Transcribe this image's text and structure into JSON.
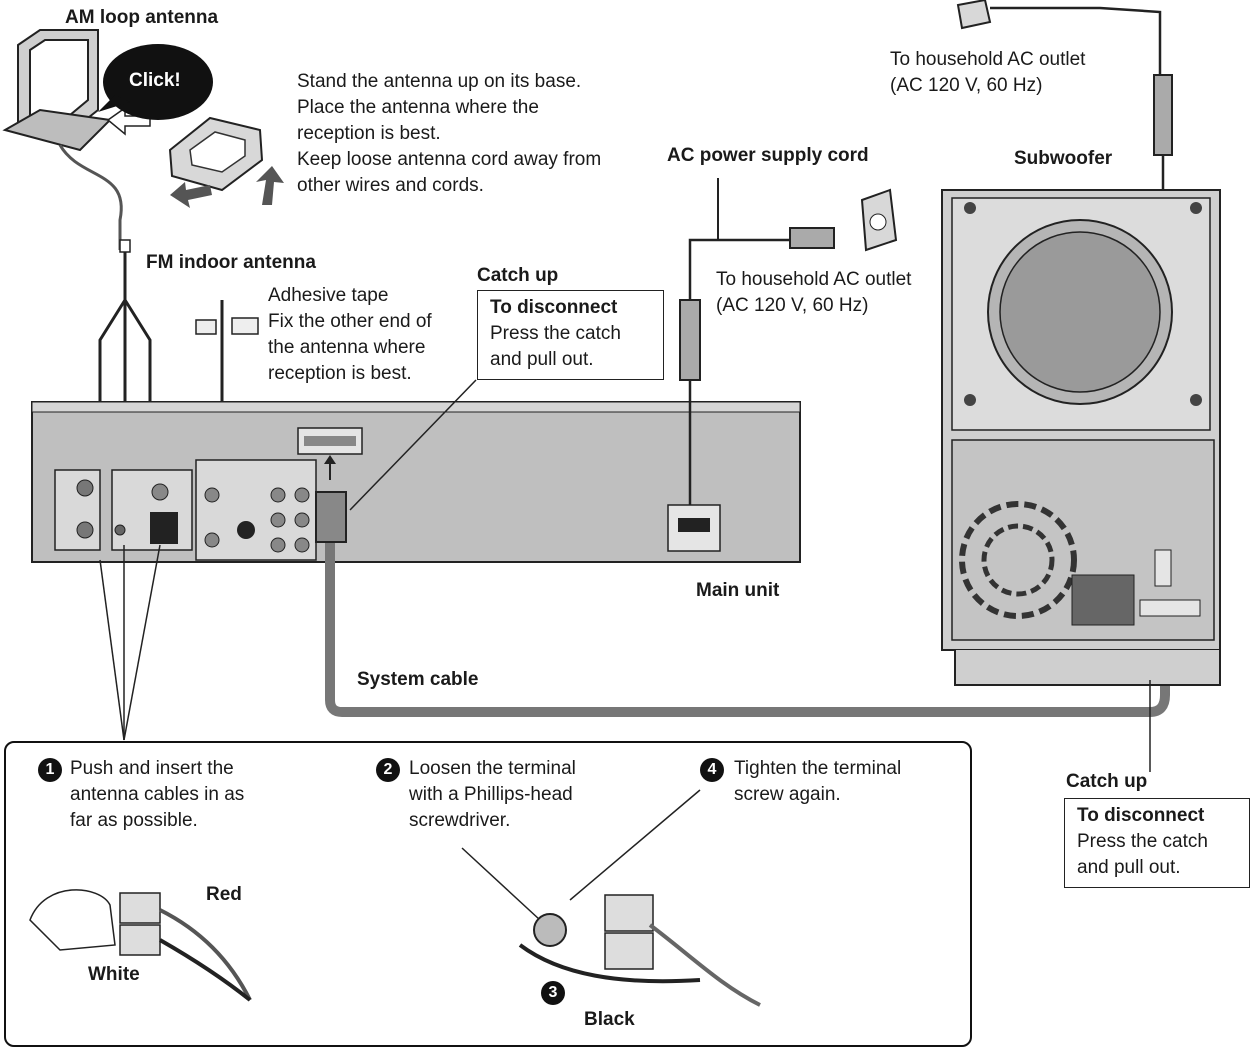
{
  "am_antenna": {
    "title": "AM loop antenna",
    "click": "Click!",
    "instructions": [
      "Stand the antenna up on its base.",
      "Place the antenna where the",
      "reception is best.",
      "Keep loose antenna cord away from",
      "other wires and cords."
    ]
  },
  "fm_antenna": {
    "title": "FM indoor antenna",
    "instructions": [
      "Adhesive tape",
      "Fix the other end of",
      "the antenna where",
      "reception is best."
    ]
  },
  "catch_up_main": {
    "title": "Catch up",
    "head": "To disconnect",
    "lines": [
      "Press the catch",
      "and pull out."
    ]
  },
  "ac_cord": {
    "title": "AC power supply cord",
    "outlet_lines": [
      "To household AC outlet",
      "(AC 120 V, 60 Hz)"
    ]
  },
  "top_outlet": {
    "lines": [
      "To household AC outlet",
      "(AC 120 V, 60 Hz)"
    ]
  },
  "subwoofer": {
    "title": "Subwoofer"
  },
  "main_unit": {
    "title": "Main unit"
  },
  "system_cable": {
    "title": "System cable"
  },
  "catch_up_sub": {
    "title": "Catch up",
    "head": "To disconnect",
    "lines": [
      "Press the catch",
      "and pull out."
    ]
  },
  "steps": {
    "step1": {
      "num": "1",
      "lines": [
        "Push and insert the",
        "antenna cables in as",
        "far as possible."
      ]
    },
    "step2": {
      "num": "2",
      "lines": [
        "Loosen the terminal",
        "with a Phillips-head",
        "screwdriver."
      ]
    },
    "step3": {
      "num": "3"
    },
    "step4": {
      "num": "4",
      "lines": [
        "Tighten the terminal",
        "screw again."
      ]
    },
    "labels": {
      "red": "Red",
      "white": "White",
      "black": "Black"
    }
  }
}
